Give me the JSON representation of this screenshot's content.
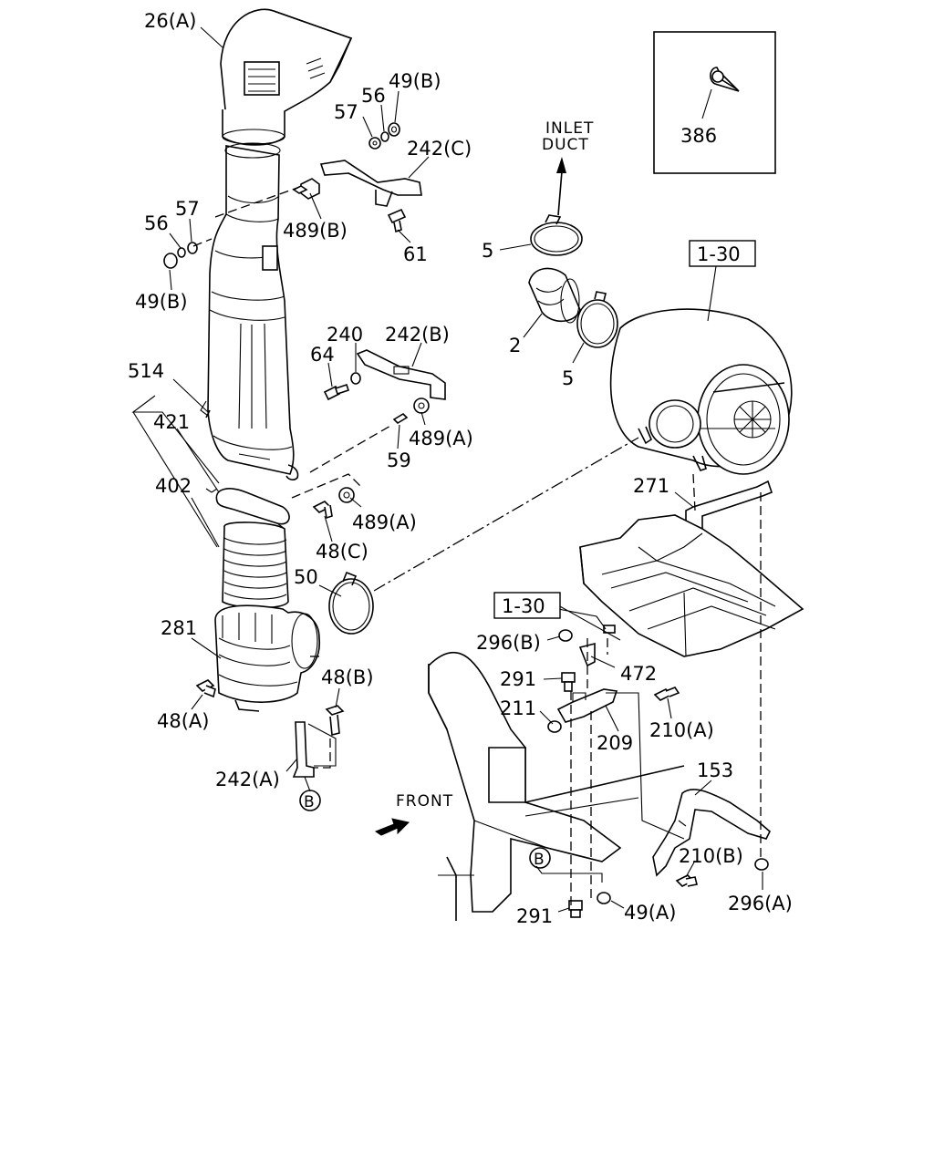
{
  "diagram": {
    "labels": {
      "p26a": "26(A)",
      "p49b_top": "49(B)",
      "p56_top": "56",
      "p57_top": "57",
      "p242c": "242(C)",
      "p56_left": "56",
      "p57_left": "57",
      "p489b": "489(B)",
      "p61": "61",
      "p49b_left": "49(B)",
      "p240": "240",
      "p242b": "242(B)",
      "p64": "64",
      "p514": "514",
      "p421": "421",
      "p489a_mid": "489(A)",
      "p59": "59",
      "p402": "402",
      "p489a_low": "489(A)",
      "p48c": "48(C)",
      "p50": "50",
      "p281": "281",
      "p48b": "48(B)",
      "p48a": "48(A)",
      "p242a": "242(A)",
      "circle_b_left": "B",
      "p5_top": "5",
      "p2": "2",
      "p5_low": "5",
      "ref_130_top": "1-30",
      "p386": "386",
      "inlet_line1": "INLET",
      "inlet_line2": "DUCT",
      "p271": "271",
      "ref_130_mid": "1-30",
      "p296b": "296(B)",
      "p472": "472",
      "p291_top": "291",
      "p211": "211",
      "p210a": "210(A)",
      "p209": "209",
      "p153": "153",
      "front": "FRONT",
      "circle_b_right": "B",
      "p210b": "210(B)",
      "p291_low": "291",
      "p49a": "49(A)",
      "p296a": "296(A)"
    }
  }
}
